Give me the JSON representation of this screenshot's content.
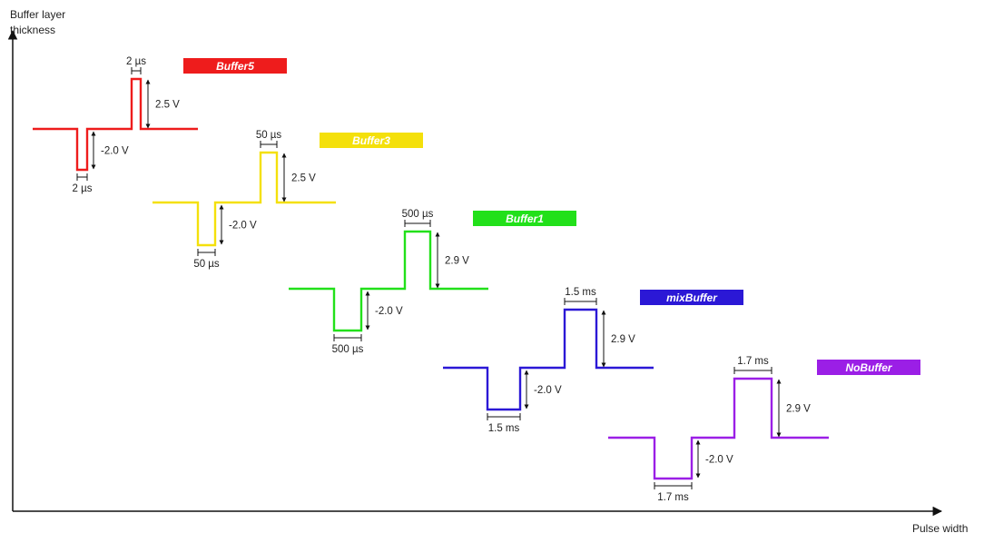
{
  "axes": {
    "y_label_line1": "Buffer layer",
    "y_label_line2": "thickness",
    "x_label": "Pulse width"
  },
  "pulses": [
    {
      "name": "Buffer5",
      "color": "#ee1c1c",
      "tag_text_color": "#ffffff",
      "neg_width": "2 µs",
      "neg_voltage": "-2.0 V",
      "pos_width": "2 µs",
      "pos_voltage": "2.5 V"
    },
    {
      "name": "Buffer3",
      "color": "#f4e00b",
      "tag_text_color": "#ffffff",
      "neg_width": "50 µs",
      "neg_voltage": "-2.0 V",
      "pos_width": "50 µs",
      "pos_voltage": "2.5 V"
    },
    {
      "name": "Buffer1",
      "color": "#22e01a",
      "tag_text_color": "#ffffff",
      "neg_width": "500 µs",
      "neg_voltage": "-2.0 V",
      "pos_width": "500 µs",
      "pos_voltage": "2.9 V"
    },
    {
      "name": "mixBuffer",
      "color": "#2b18d6",
      "tag_text_color": "#ffffff",
      "neg_width": "1.5 ms",
      "neg_voltage": "-2.0 V",
      "pos_width": "1.5 ms",
      "pos_voltage": "2.9 V"
    },
    {
      "name": "NoBuffer",
      "color": "#9b1fe6",
      "tag_text_color": "#ffffff",
      "neg_width": "1.7 ms",
      "neg_voltage": "-2.0 V",
      "pos_width": "1.7 ms",
      "pos_voltage": "2.9 V"
    }
  ]
}
